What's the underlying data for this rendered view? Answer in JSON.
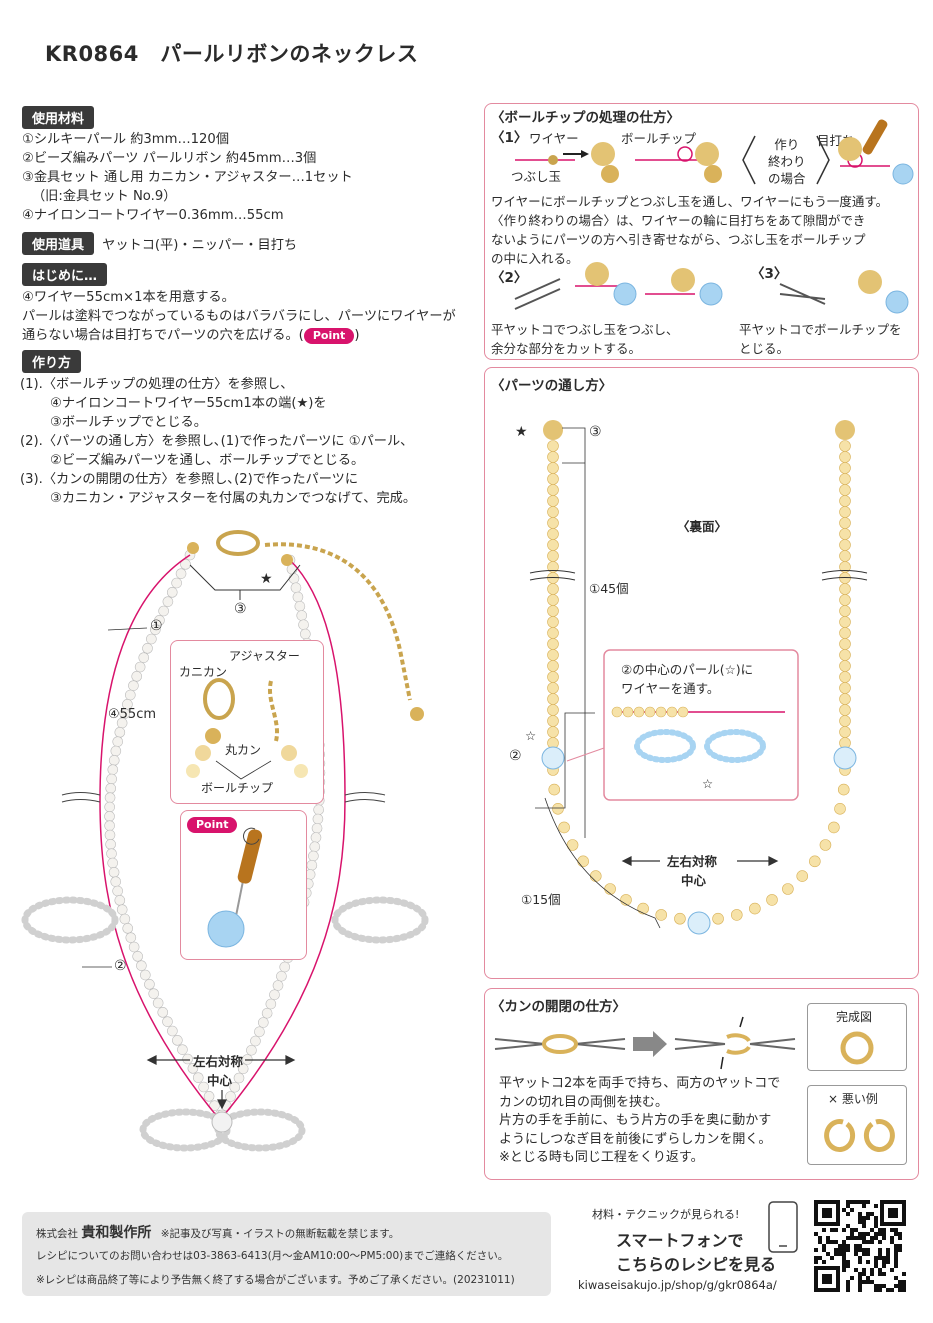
{
  "title": "KR0864　パールリボンのネックレス",
  "materials": {
    "tag": "使用材料",
    "items": [
      "①シルキーパール 約3mm…120個",
      "②ビーズ編みパーツ パールリボン 約45mm…3個",
      "③金具セット 通し用 カニカン・アジャスター…1セット",
      "（旧:金具セット No.9）",
      "④ナイロンコートワイヤー0.36mm…55cm"
    ]
  },
  "tools": {
    "tag": "使用道具",
    "text": "ヤットコ(平)・ニッパー・目打ち"
  },
  "intro": {
    "tag": "はじめに…",
    "lines": [
      "④ワイヤー55cm×1本を用意する。",
      "パールは塗料でつながっているものはバラバラにし、パーツにワイヤーが",
      "通らない場合は目打ちでパーツの穴を広げる。("
    ],
    "point_badge": "Point",
    "close": ")"
  },
  "steps": {
    "tag": "作り方",
    "lines": [
      "(1).〈ボールチップの処理の仕方〉を参照し、",
      "④ナイロンコートワイヤー55cm1本の端(★)を",
      "③ボールチップでとじる。",
      "(2).〈パーツの通し方〉を参照し､(1)で作ったパーツに ①パール、",
      "②ビーズ編みパーツを通し、ボールチップでとじる。",
      "(3).〈カンの開閉の仕方〉を参照し､(2)で作ったパーツに",
      "③カニカン・アジャスターを付属の丸カンでつなげて、完成。"
    ]
  },
  "necklace": {
    "star": "★",
    "n3": "③",
    "n1": "①",
    "wire": "④55cm",
    "n2": "②",
    "center": "左右対称",
    "center2": "中心",
    "clasp_labels": {
      "adjuster": "アジャスター",
      "kanikan": "カニカン",
      "marukan": "丸カン",
      "ballchip": "ボールチップ"
    },
    "point_badge": "Point"
  },
  "ballchip": {
    "title": "〈ボールチップの処理の仕方〉",
    "s1": "〈1〉",
    "wire": "ワイヤー",
    "ballchip": "ボールチップ",
    "tsubushi": "つぶし玉",
    "end_case": [
      "作り",
      "終わり",
      "の場合"
    ],
    "meuchi": "目打ち",
    "desc": [
      "ワイヤーにボールチップとつぶし玉を通し、ワイヤーにもう一度通す。",
      "〈作り終わりの場合〉は、ワイヤーの輪に目打ちをあて隙間ができ",
      "ないようにパーツの方へ引き寄せながら、つぶし玉をボールチップ",
      "の中に入れる。"
    ],
    "s2": "〈2〉",
    "s2_desc": [
      "平ヤットコでつぶし玉をつぶし、",
      "余分な部分をカットする。"
    ],
    "s3": "〈3〉",
    "s3_desc": [
      "平ヤットコでボールチップを",
      "とじる。"
    ]
  },
  "parts": {
    "title": "〈パーツの通し方〉",
    "star": "★",
    "n3": "③",
    "back": "〈裏面〉",
    "c45": "①45個",
    "callout": [
      "②の中心のパール(☆)に",
      "ワイヤーを通す。"
    ],
    "wstar": "☆",
    "n2": "②",
    "center": "左右対称",
    "center2": "中心",
    "c15": "①15個"
  },
  "kan": {
    "title": "〈カンの開閉の仕方〉",
    "desc": [
      "平ヤットコ2本を両手で持ち、両方のヤットコで",
      "カンの切れ目の両側を挟む。",
      "片方の手を手前に、もう片方の手を奥に動かす",
      "ようにしつなぎ目を前後にずらしカンを開く。",
      "※とじる時も同じ工程をくり返す。"
    ],
    "done": "完成図",
    "bad": "× 悪い例"
  },
  "footer": {
    "company_prefix": "株式会社",
    "company": "貴和製作所",
    "notice": "※記事及び写真・イラストの無断転載を禁じます。",
    "contact": "レシピについてのお問い合わせは03-3863-6413(月〜金AM10:00〜PM5:00)までご連絡ください。",
    "end": "※レシピは商品終了等により予告無く終了する場合がございます。予めご了承ください。(20231011)"
  },
  "smart": {
    "top": "材料・テクニックが見られる!",
    "line1": "スマートフォンで",
    "line2": "こちらのレシピを見る",
    "url": "kiwaseisakujo.jp/shop/g/gkr0864a/"
  },
  "colors": {
    "accent": "#d8136c",
    "box_border": "#e38a9f",
    "gold": "#d9b25a",
    "pearl": "#f4f2ee",
    "blue": "#bfe0f3"
  }
}
